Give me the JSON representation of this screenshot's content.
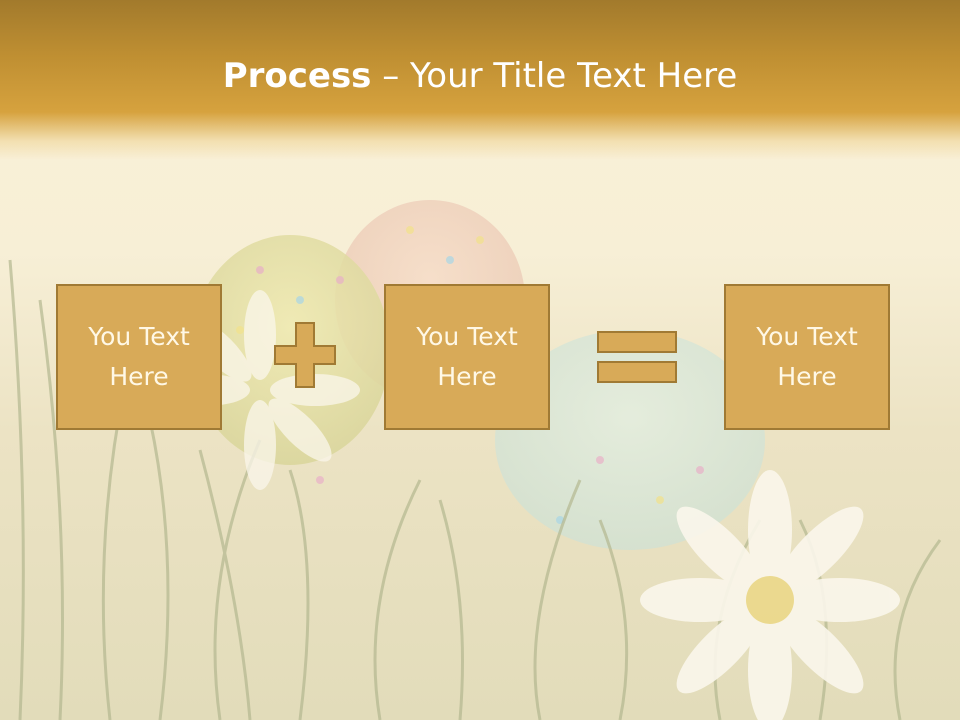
{
  "slide": {
    "title_bold": "Process",
    "title_rest": " – Your Title Text Here",
    "boxes": [
      {
        "text": "You Text\nHere"
      },
      {
        "text": "You Text\nHere"
      },
      {
        "text": "You Text\nHere"
      }
    ],
    "operators": {
      "first": "plus-icon",
      "second": "equals-icon"
    },
    "colors": {
      "title_band": "#c9962f",
      "box_fill": "#d8aa58",
      "box_border": "#a07a34",
      "text": "#ffffff"
    }
  }
}
